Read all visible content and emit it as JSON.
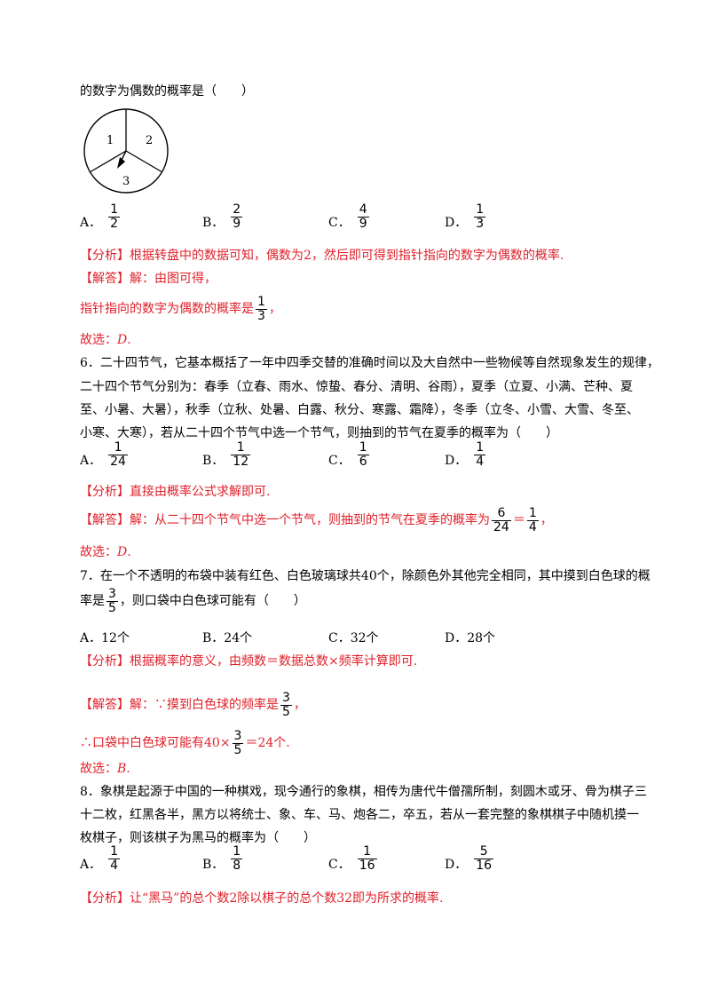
{
  "q5": {
    "stem_tail": "的数字为偶数的概率是（　　）",
    "spinner_labels": [
      "1",
      "2",
      "3"
    ],
    "options": [
      {
        "letter": "A．",
        "num": "1",
        "den": "2"
      },
      {
        "letter": "B．",
        "num": "2",
        "den": "9"
      },
      {
        "letter": "C．",
        "num": "4",
        "den": "9"
      },
      {
        "letter": "D．",
        "num": "1",
        "den": "3"
      }
    ],
    "analysis_tag": "【分析】",
    "analysis": "根据转盘中的数据可知，偶数为2，然后即可得到指针指向的数字为偶数的概率.",
    "answer_tag": "【解答】",
    "answer_line1": "解：由图可得，",
    "answer_line2_pre": "指针指向的数字为偶数的概率是",
    "answer_frac": {
      "num": "1",
      "den": "3"
    },
    "answer_line2_post": "，",
    "choice_pre": "故选：",
    "choice": "D",
    "choice_post": "."
  },
  "q6": {
    "line1": "6．二十四节气，它基本概括了一年中四季交替的准确时间以及大自然中一些物候等自然现象发生的规律，",
    "line2": "二十四个节气分别为：春季（立春、雨水、惊蛰、春分、清明、谷雨），夏季（立夏、小满、芒种、夏",
    "line3": "至、小暑、大暑），秋季（立秋、处暑、白露、秋分、寒露、霜降），冬季（立冬、小雪、大雪、冬至、",
    "line4": "小寒、大寒），若从二十四个节气中选一个节气，则抽到的节气在夏季的概率为（　　）",
    "options": [
      {
        "letter": "A．",
        "num": "1",
        "den": "24"
      },
      {
        "letter": "B．",
        "num": "1",
        "den": "12"
      },
      {
        "letter": "C．",
        "num": "1",
        "den": "6"
      },
      {
        "letter": "D．",
        "num": "1",
        "den": "4"
      }
    ],
    "analysis_tag": "【分析】",
    "analysis": "直接由概率公式求解即可.",
    "answer_tag": "【解答】",
    "answer_pre": "解：从二十四个节气中选一个节气，则抽到的节气在夏季的概率为",
    "answer_frac1": {
      "num": "6",
      "den": "24"
    },
    "answer_eq": "＝",
    "answer_frac2": {
      "num": "1",
      "den": "4"
    },
    "answer_post": "，",
    "choice_pre": "故选：",
    "choice": "D",
    "choice_post": "."
  },
  "q7": {
    "line1": "7．在一个不透明的布袋中装有红色、白色玻璃球共40个，除颜色外其他完全相同，其中摸到白色球的概",
    "line2_pre": "率是",
    "line2_frac": {
      "num": "3",
      "den": "5"
    },
    "line2_post": "，则口袋中白色球可能有（　　）",
    "options": [
      {
        "letter": "A．",
        "text": "12个"
      },
      {
        "letter": "B．",
        "text": "24个"
      },
      {
        "letter": "C．",
        "text": "32个"
      },
      {
        "letter": "D．",
        "text": "28个"
      }
    ],
    "analysis_tag": "【分析】",
    "analysis": "根据概率的意义，由频数＝数据总数×频率计算即可.",
    "answer_tag": "【解答】",
    "answer_pre": "解：∵摸到白色球的频率是",
    "answer_frac": {
      "num": "3",
      "den": "5"
    },
    "answer_post": "，",
    "therefore_pre": "∴口袋中白色球可能有40×",
    "therefore_frac": {
      "num": "3",
      "den": "5"
    },
    "therefore_post": "＝24个.",
    "choice_pre": "故选：",
    "choice": "B",
    "choice_post": "."
  },
  "q8": {
    "line1": "8．象棋是起源于中国的一种棋戏，现今通行的象棋，相传为唐代牛僧孺所制，刻圆木或牙、骨为棋子三",
    "line2": "十二枚，红黑各半，黑方以将统士、象、车、马、炮各二，卒五，若从一套完整的象棋棋子中随机摸一",
    "line3": "枚棋子，则该棋子为黑马的概率为（　　）",
    "options": [
      {
        "letter": "A．",
        "num": "1",
        "den": "4"
      },
      {
        "letter": "B．",
        "num": "1",
        "den": "8"
      },
      {
        "letter": "C．",
        "num": "1",
        "den": "16"
      },
      {
        "letter": "D．",
        "num": "5",
        "den": "16"
      }
    ],
    "analysis_tag": "【分析】",
    "analysis": "让“黑马”的总个数2除以棋子的总个数32即为所求的概率."
  }
}
